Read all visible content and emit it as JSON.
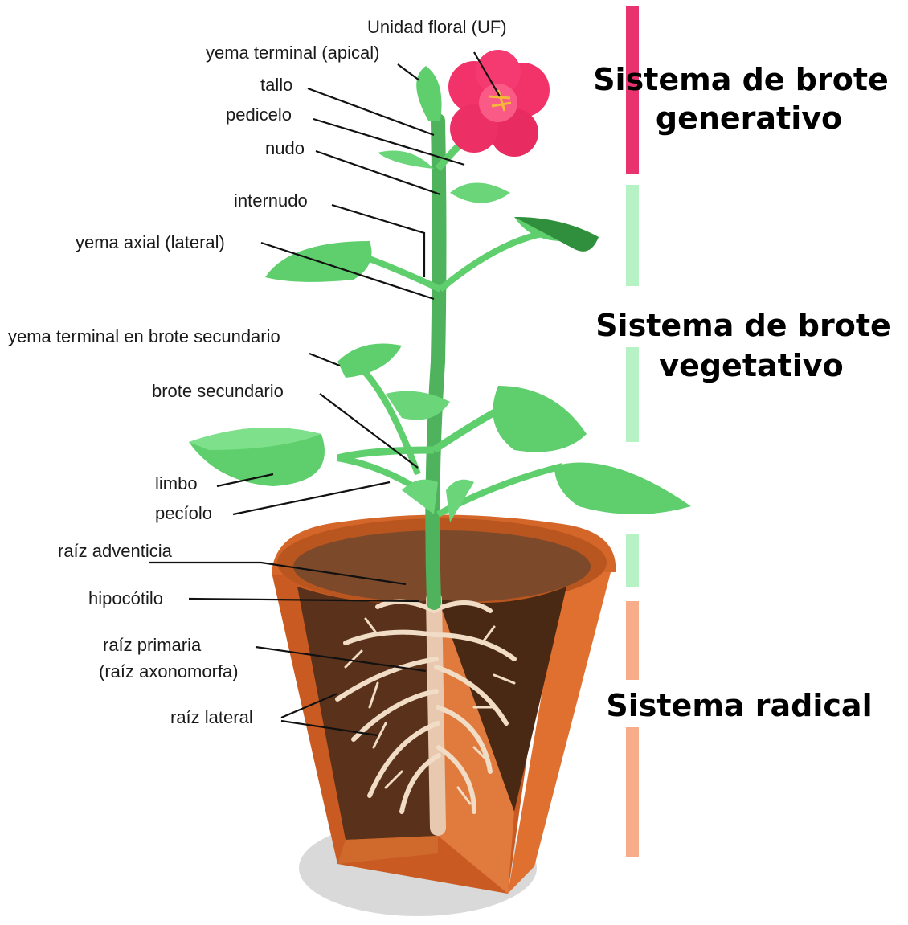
{
  "labels": {
    "unidad_floral": "Unidad floral (UF)",
    "yema_terminal": "yema terminal (apical)",
    "tallo": "tallo",
    "pedicelo": "pedicelo",
    "nudo": "nudo",
    "internudo": "internudo",
    "yema_axial": "yema axial (lateral)",
    "yema_terminal_secundario": "yema terminal en brote secundario",
    "brote_secundario": "brote secundario",
    "limbo": "limbo",
    "peciolo": "pecíolo",
    "raiz_adventicia": "raíz adventicia",
    "hipocotilo": "hipocótilo",
    "raiz_primaria_1": "raíz primaria",
    "raiz_primaria_2": "(raíz axonomorfa)",
    "raiz_lateral": "raíz lateral"
  },
  "systems": {
    "generativo_1": "Sistema de brote",
    "generativo_2": "generativo",
    "vegetativo_1": "Sistema de brote",
    "vegetativo_2": "vegetativo",
    "radical": "Sistema radical"
  },
  "colors": {
    "generativo": "#e8336f",
    "vegetativo": "#b6f2c4",
    "radical": "#f7ad8a",
    "leaf": "#5fcf6d",
    "leaf_dark": "#3ea04f",
    "flower": "#f2336a",
    "pot": "#d4662a",
    "soil": "#6e3f22",
    "root": "#f1dcc6"
  }
}
